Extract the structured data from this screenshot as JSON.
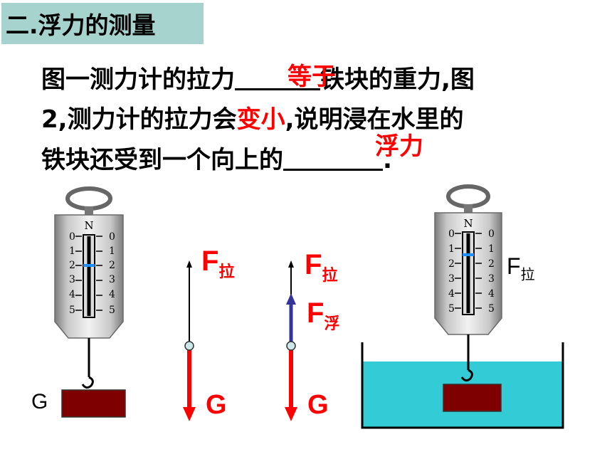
{
  "title": "二.浮力的测量",
  "question": {
    "line1_a": "图一测力计的拉力",
    "line1_b": "铁块的重力,图",
    "line2_a": "2,测力计的拉力会",
    "line2_red": "变小",
    "line2_b": ",说明浸在水里的",
    "line3_a": "铁块还受到一个向上的",
    "line3_b": ".",
    "answer1": "等于",
    "answer2": "浮力"
  },
  "scale_unit": "N",
  "scale_ticks": [
    "0",
    "1",
    "2",
    "3",
    "4",
    "5"
  ],
  "labels": {
    "g_left": "G",
    "force_f": "F",
    "sub_la": "拉",
    "sub_fu": "浮",
    "g": "G",
    "f_right": "F",
    "sub_la_right": "拉"
  },
  "colors": {
    "title_bg": "#a7d3cf",
    "answer_red": "#ff0000",
    "water": "#33ccd6",
    "iron_block": "#7f0000",
    "buoyancy_arrow": "#333399"
  }
}
